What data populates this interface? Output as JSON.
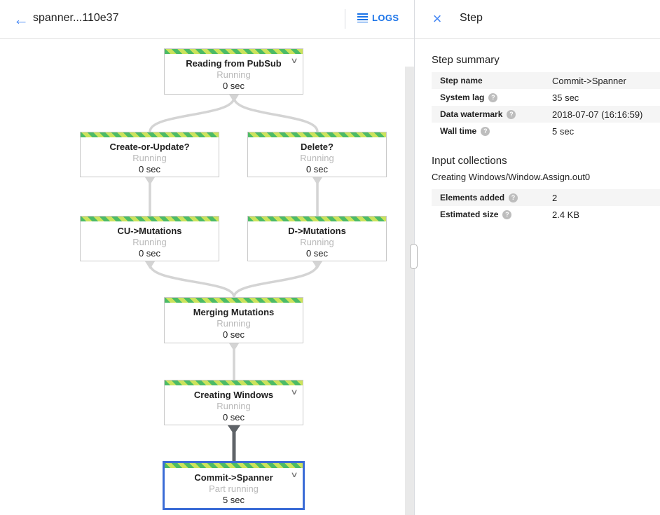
{
  "header": {
    "title": "spanner...110e37",
    "logs_label": "LOGS"
  },
  "icons": {
    "back": "←",
    "close": "×",
    "chevron": "∨",
    "help": "?"
  },
  "panel": {
    "title": "Step",
    "step_summary": {
      "heading": "Step summary",
      "rows": [
        {
          "label": "Step name",
          "value": "Commit->Spanner",
          "help": false
        },
        {
          "label": "System lag",
          "value": "35 sec",
          "help": true
        },
        {
          "label": "Data watermark",
          "value": "2018-07-07 (16:16:59)",
          "help": true
        },
        {
          "label": "Wall time",
          "value": "5 sec",
          "help": true
        }
      ]
    },
    "input_collections": {
      "heading": "Input collections",
      "collection_name": "Creating Windows/Window.Assign.out0",
      "rows": [
        {
          "label": "Elements added",
          "value": "2",
          "help": true
        },
        {
          "label": "Estimated size",
          "value": "2.4 KB",
          "help": true
        }
      ]
    }
  },
  "graph": {
    "nodes": [
      {
        "title": "Reading from PubSub",
        "status": "Running",
        "time": "0 sec",
        "expandable": true,
        "selected": false
      },
      {
        "title": "Create-or-Update?",
        "status": "Running",
        "time": "0 sec",
        "expandable": false,
        "selected": false
      },
      {
        "title": "Delete?",
        "status": "Running",
        "time": "0 sec",
        "expandable": false,
        "selected": false
      },
      {
        "title": "CU->Mutations",
        "status": "Running",
        "time": "0 sec",
        "expandable": false,
        "selected": false
      },
      {
        "title": "D->Mutations",
        "status": "Running",
        "time": "0 sec",
        "expandable": false,
        "selected": false
      },
      {
        "title": "Merging Mutations",
        "status": "Running",
        "time": "0 sec",
        "expandable": false,
        "selected": false
      },
      {
        "title": "Creating Windows",
        "status": "Running",
        "time": "0 sec",
        "expandable": true,
        "selected": false
      },
      {
        "title": "Commit->Spanner",
        "status": "Part running",
        "time": "5 sec",
        "expandable": true,
        "selected": true
      }
    ]
  },
  "colors": {
    "accent_blue": "#1a73e8",
    "icon_blue": "#4285f4",
    "selected_node_border": "#3b6cd6",
    "stripe_green_dark": "#4cbb66",
    "stripe_green_light": "#cbe35c",
    "edge_gray": "#d4d4d4",
    "edge_dark": "#5f6368",
    "row_stripe_bg": "#f5f5f5"
  }
}
